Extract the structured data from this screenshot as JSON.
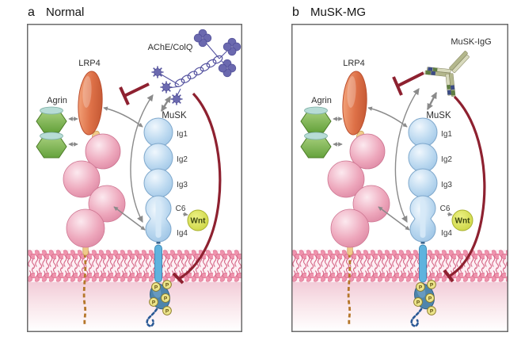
{
  "figure": {
    "type": "two-panel molecular signaling diagram",
    "phospho_label": "P",
    "colors": {
      "inhibition_red": "#8e2130",
      "interaction_arrow_gray": "#8a8a8a",
      "musk_blue": "#a6cbe9",
      "lrp4_orange": "#dd7047",
      "lrp4_sphere_pink": "#eda6bb",
      "agrin_green": "#7fb552",
      "agrin_cap_teal": "#b7dcd6",
      "ache_colq_purple": "#6b69af",
      "wnt_yellow_green": "#d9e158",
      "membrane_pink": "#ee8ea9",
      "phospho_yellow": "#ece48a",
      "kinase_blue": "#4e85ac",
      "igg_khaki": "#b3b78c",
      "igg_navy": "#3c4c85",
      "igg_green": "#5e7d42",
      "tail_brown": "#b5762a"
    },
    "panels": [
      {
        "tag": "a",
        "title": "Normal",
        "labels": {
          "complex": "AChE/ColQ",
          "lrp4": "LRP4",
          "agrin": "Agrin",
          "musk": "MuSK",
          "ig1": "Ig1",
          "ig2": "Ig2",
          "ig3": "Ig3",
          "c6": "C6",
          "ig4": "Ig4",
          "wnt": "Wnt"
        }
      },
      {
        "tag": "b",
        "title": "MuSK-MG",
        "labels": {
          "complex": "MuSK-IgG",
          "lrp4": "LRP4",
          "agrin": "Agrin",
          "musk": "MuSK",
          "ig1": "Ig1",
          "ig2": "Ig2",
          "ig3": "Ig3",
          "c6": "C6",
          "ig4": "Ig4",
          "wnt": "Wnt"
        }
      }
    ]
  }
}
